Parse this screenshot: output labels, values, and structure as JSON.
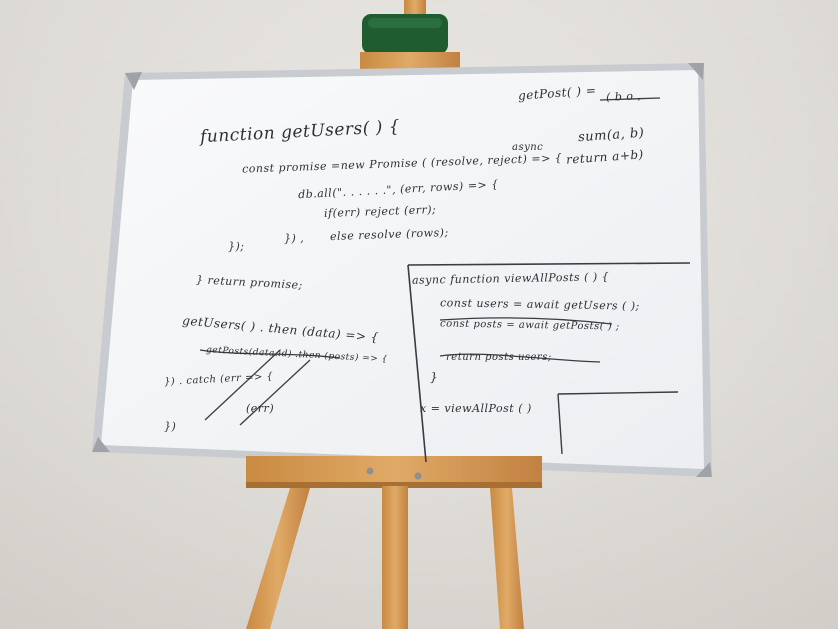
{
  "whiteboard": {
    "top_right_note": "getPost( ) =",
    "top_right_note_tail": "( b o ,",
    "left_code": [
      "function    getUsers( ) {",
      "const  promise =new Promise ( (resolve, reject) => {",
      "db.all(\". . . . . .\", (err, rows) => {",
      "if(err)  reject  (err);",
      "else   resolve (rows);",
      "}) ,",
      "});",
      "}  return  promise;"
    ],
    "right_top_code": [
      "async",
      "sum(a, b)",
      "return a+b)"
    ],
    "bottom_left_code": [
      "getUsers( ) . then (data) => {",
      "getPosts(data.id) .then (posts) => {",
      "}) . catch (err => {",
      "(err)",
      "})"
    ],
    "box_code": [
      "async  function   viewAllPosts ( ) {",
      "const  users  = await  getUsers ( );",
      "const  posts  = await  getPosts( ) ;",
      "return  posts  users;",
      "}",
      "x = viewAllPost ( )"
    ]
  },
  "colors": {
    "wall": "#e5e2dd",
    "board": "#f7f8f9",
    "frame": "#c9ccd0",
    "wood": "#d9a25c",
    "eraser": "#1e5a2f",
    "marker": "#2d2f35"
  }
}
